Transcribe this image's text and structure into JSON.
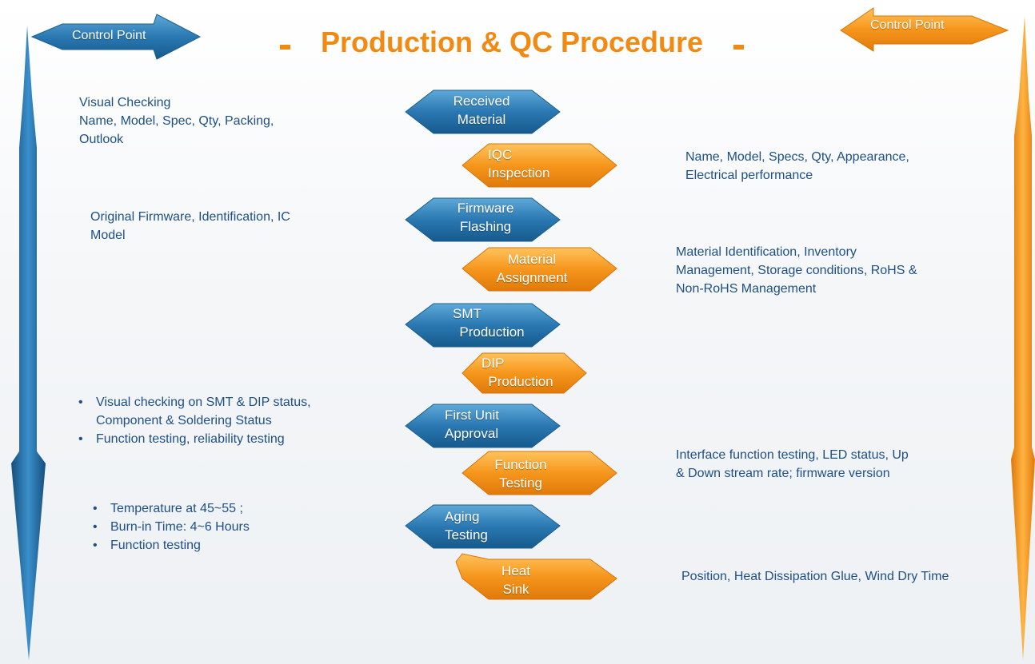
{
  "title": "Production & QC Procedure",
  "control_point_left": "Control Point",
  "control_point_right": "Control Point",
  "steps": [
    {
      "line1": "Received",
      "line2": "Material"
    },
    {
      "line1": "IQC",
      "line2": "Inspection"
    },
    {
      "line1": "Firmware",
      "line2": "Flashing"
    },
    {
      "line1": "Material",
      "line2": "Assignment"
    },
    {
      "line1": "SMT",
      "line2": "Production"
    },
    {
      "line1": "DIP",
      "line2": "Production"
    },
    {
      "line1": "First Unit",
      "line2": "Approval"
    },
    {
      "line1": "Function",
      "line2": "Testing"
    },
    {
      "line1": "Aging",
      "line2": "Testing"
    },
    {
      "line1": "Heat",
      "line2": "Sink"
    }
  ],
  "left_notes": {
    "received_material": [
      "Visual Checking",
      "Name, Model, Spec, Qty, Packing,",
      "Outlook"
    ],
    "firmware_flashing": [
      "Original Firmware, Identification, IC",
      "Model"
    ],
    "first_unit_bullets": [
      "Visual checking on SMT & DIP status,",
      "Component & Soldering Status",
      "Function testing, reliability testing"
    ],
    "aging_bullets": [
      "Temperature at 45~55 ;",
      "Burn-in Time:  4~6 Hours",
      "Function testing"
    ]
  },
  "right_notes": {
    "iqc_inspection": [
      "Name, Model, Specs, Qty, Appearance,",
      "Electrical performance"
    ],
    "material_assignment": [
      "Material Identification, Inventory",
      "Management, Storage conditions, RoHS &",
      "Non-RoHS Management"
    ],
    "function_testing": [
      "Interface function testing, LED status, Up",
      "& Down stream rate; firmware version"
    ],
    "heat_sink": [
      "Position, Heat Dissipation Glue, Wind Dry Time"
    ]
  },
  "colors": {
    "blue": "#1f6fa8",
    "orange": "#f5921b",
    "title_orange": "#f08a12",
    "text_blue": "#1e4f86"
  },
  "icons": {
    "left_control_arrow": "arrow-right-icon",
    "right_control_arrow": "arrow-left-icon",
    "blue_step_arrow": "arrow-left-icon",
    "orange_step_arrow": "arrow-right-icon",
    "side_arrows": "arrow-down-icon"
  }
}
